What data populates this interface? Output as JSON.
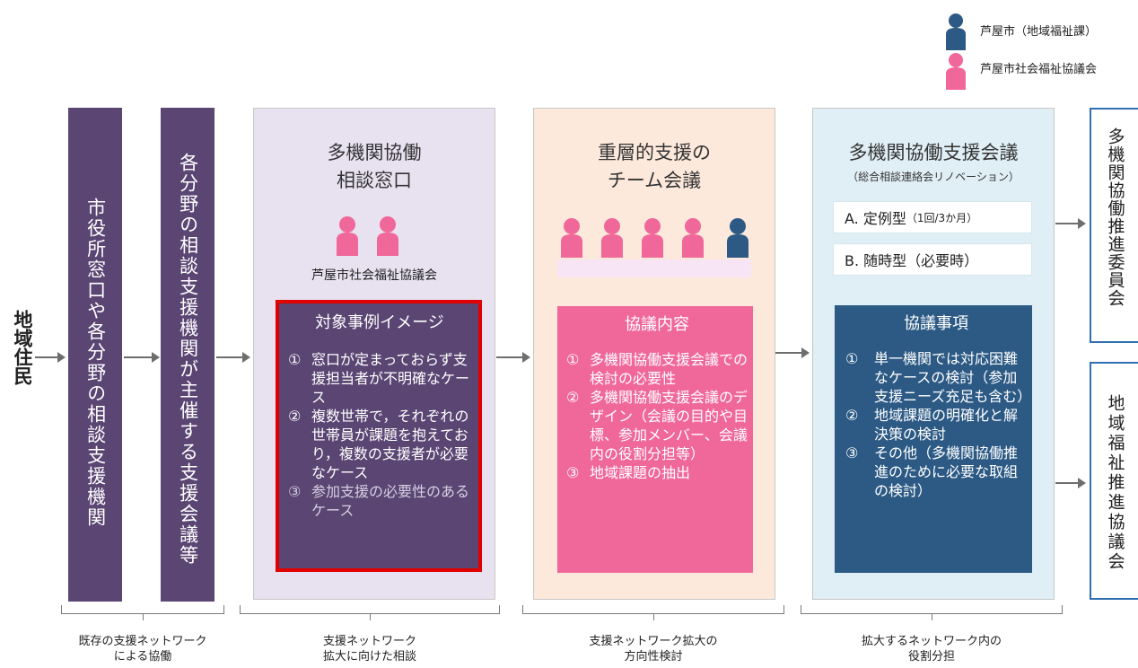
{
  "colors": {
    "city": "#2c5a85",
    "council": "#f0679a",
    "dark_column": "#5a4573",
    "panel1_bg": "#e8e2f0",
    "panel2_bg": "#fde9dc",
    "panel3_bg": "#e0eff5",
    "pink_box": "#f0679a",
    "navy_box": "#2c5a85",
    "purple_box": "#5a4573",
    "highlight_border": "#e00000"
  },
  "legend": {
    "city_label": "芦屋市（地域福祉課）",
    "council_label": "芦屋市社会福祉協議会"
  },
  "left_label": "地域住民",
  "column1": "市役所窓口や各分野の相談支援機関",
  "column2": "各分野の相談支援機関が主催する支援会議等",
  "panel1": {
    "title": "多機関協働\n相談窓口",
    "people_label": "芦屋市社会福祉協議会",
    "people": [
      "council",
      "council"
    ],
    "box_heading": "対象事例イメージ",
    "items": [
      {
        "num": "①",
        "text": "窓口が定まっておらず支援担当者が不明確なケース"
      },
      {
        "num": "②",
        "text": "複数世帯で，それぞれの世帯員が課題を抱えており，複数の支援者が必要なケース"
      },
      {
        "num": "③",
        "text": "参加支援の必要性のあるケース"
      }
    ]
  },
  "panel2": {
    "title": "重層的支援の\nチーム会議",
    "people": [
      "council",
      "council",
      "council",
      "council",
      "city"
    ],
    "box_heading": "協議内容",
    "items": [
      {
        "num": "①",
        "text": "多機関協働支援会議での検討の必要性"
      },
      {
        "num": "②",
        "text": "多機関協働支援会議のデザイン（会議の目的や目標、参加メンバー、会議内の役割分担等）"
      },
      {
        "num": "③",
        "text": "地域課題の抽出"
      }
    ]
  },
  "panel3": {
    "title": "多機関協働支援会議",
    "subtitle": "（総合相談連絡会リノベーション）",
    "type_a_main": "A. 定例型",
    "type_a_small": "（1回/3か月）",
    "type_b": "B. 随時型（必要時）",
    "box_heading": "協議事項",
    "items": [
      {
        "num": "①",
        "text": "単一機関では対応困難なケースの検討（参加支援ニーズ充足も含む）"
      },
      {
        "num": "②",
        "text": "地域課題の明確化と解決策の検討"
      },
      {
        "num": "③",
        "text": "その他（多機関協働推進のために必要な取組の検討）"
      }
    ]
  },
  "right_top": "多機関協働推進委員会",
  "right_bottom": "地域福祉推進協議会",
  "brackets": [
    "既存の支援ネットワーク\nによる協働",
    "支援ネットワーク\n拡大に向けた相談",
    "支援ネットワーク拡大の\n方向性検討",
    "拡大するネットワーク内の\n役割分担"
  ]
}
